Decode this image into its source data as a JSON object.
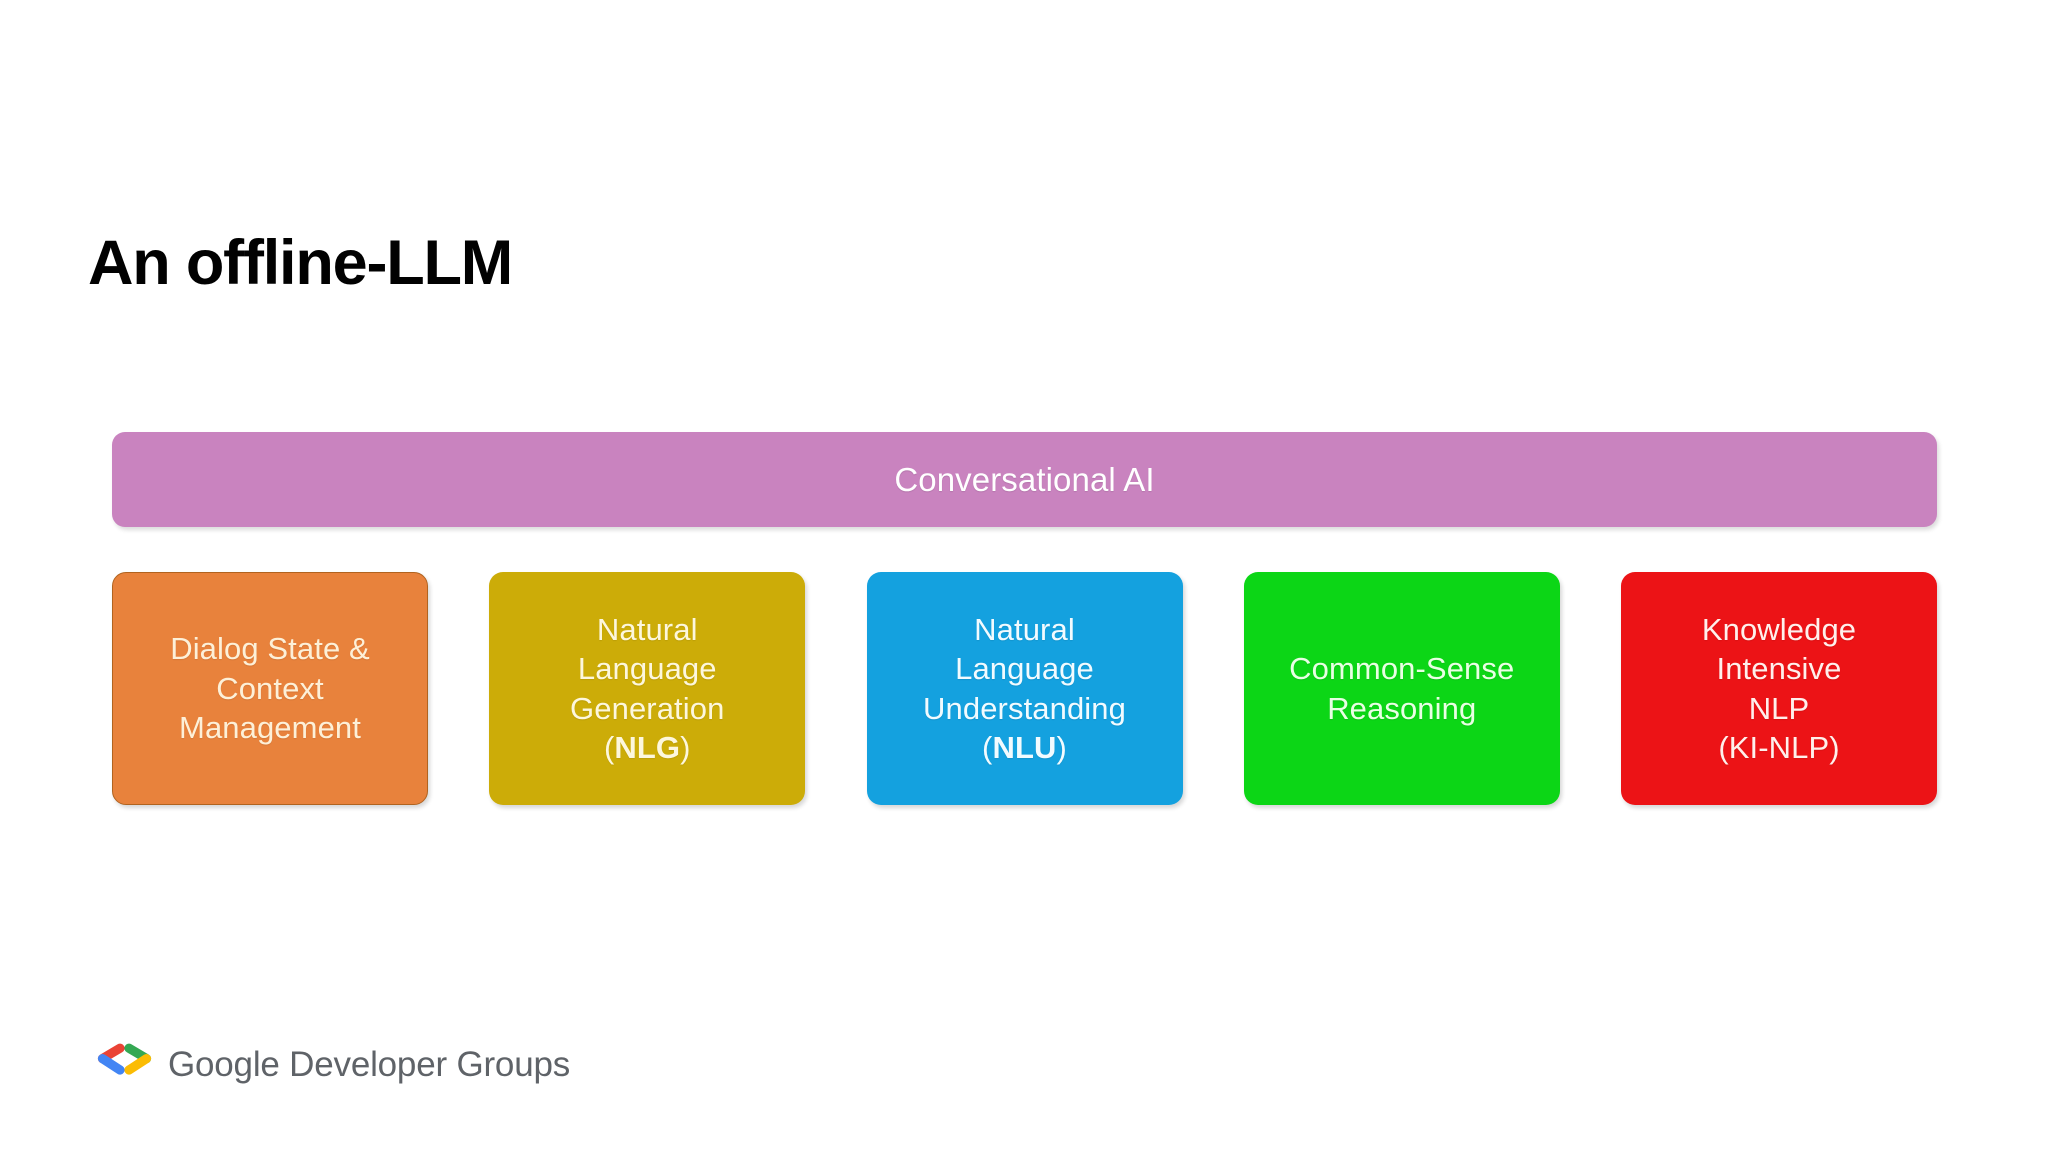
{
  "slide": {
    "title": "An offline-LLM",
    "background_color": "#ffffff"
  },
  "diagram": {
    "banner": {
      "label": "Conversational AI",
      "fill_color": "#c983bf",
      "text_color": "#ffffff"
    },
    "components": [
      {
        "id": "dialog-state",
        "lines": [
          "Dialog State &",
          "Context",
          "Management"
        ],
        "fill_color": "#e8823c",
        "border_color": "#b1631f",
        "text_color": "#fdf0d8"
      },
      {
        "id": "nlg",
        "lines": [
          "Natural",
          "Language",
          "Generation"
        ],
        "acronym_prefix": "(",
        "acronym": "NLG",
        "acronym_suffix": ")",
        "fill_color": "#ccac08",
        "text_color": "#fdf7dd"
      },
      {
        "id": "nlu",
        "lines": [
          "Natural",
          "Language",
          "Understanding"
        ],
        "acronym_prefix": "(",
        "acronym": "NLU",
        "acronym_suffix": ")",
        "fill_color": "#14a1df",
        "text_color": "#f2fbff"
      },
      {
        "id": "common-sense",
        "lines": [
          "Common-Sense",
          "Reasoning"
        ],
        "fill_color": "#0cd616",
        "text_color": "#e9ffe4"
      },
      {
        "id": "ki-nlp",
        "lines": [
          "Knowledge",
          "Intensive",
          "NLP",
          "(KI-NLP)"
        ],
        "fill_color": "#ec1316",
        "text_color": "#fff0ec"
      }
    ]
  },
  "footer": {
    "wordmark": "Google Developer Groups",
    "wordmark_color": "#5f6368",
    "logo_colors": {
      "red": "#ea4335",
      "blue": "#4285f4",
      "green": "#34a853",
      "yellow": "#fbbc04"
    }
  }
}
